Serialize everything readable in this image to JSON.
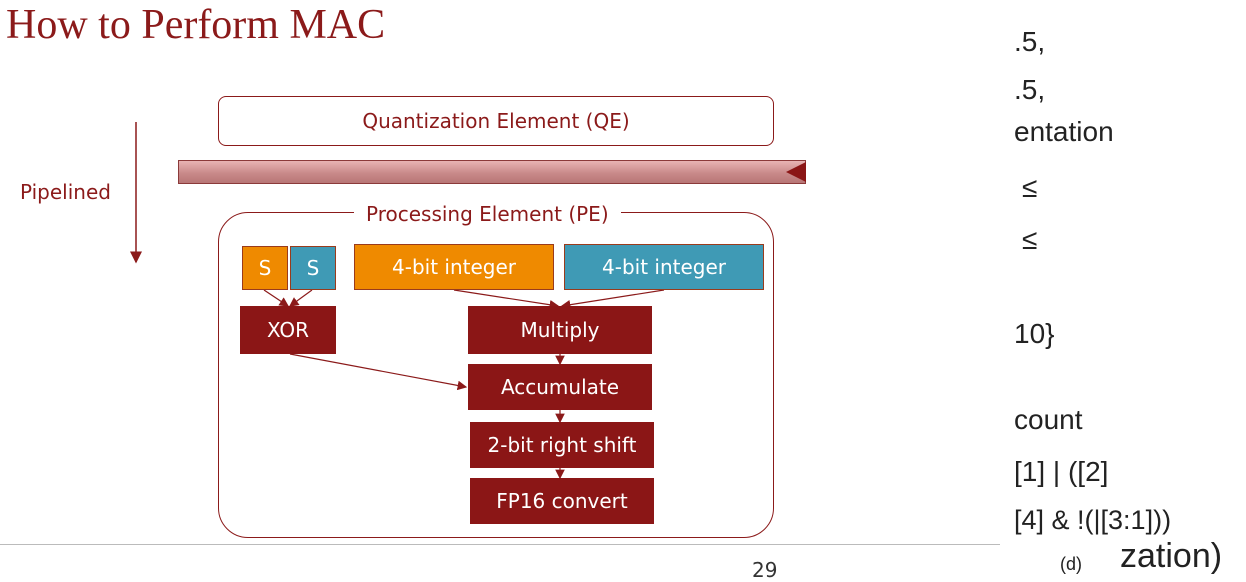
{
  "slide": {
    "title": "How to Perform MAC",
    "page_number": "29"
  },
  "diagram": {
    "qe_label": "Quantization Element (QE)",
    "pe_label": "Processing Element (PE)",
    "pipelined_label": "Pipelined",
    "sign_a": "S",
    "sign_b": "S",
    "int_a": "4-bit integer",
    "int_b": "4-bit integer",
    "xor": "XOR",
    "multiply": "Multiply",
    "accumulate": "Accumulate",
    "shift": "2-bit right shift",
    "convert": "FP16 convert"
  },
  "right_panel": {
    "lines": [
      ".5,",
      ".5,",
      "entation",
      "≤",
      "≤",
      "10}",
      "count",
      "[1] | ([2]",
      "[4] & !(|[3:1]))",
      "zation)"
    ],
    "caption": "(d)"
  },
  "colors": {
    "accent": "#8b1a1a",
    "box_dark": "#8b1616",
    "orange": "#ef8a00",
    "blue": "#3f9ab5"
  }
}
